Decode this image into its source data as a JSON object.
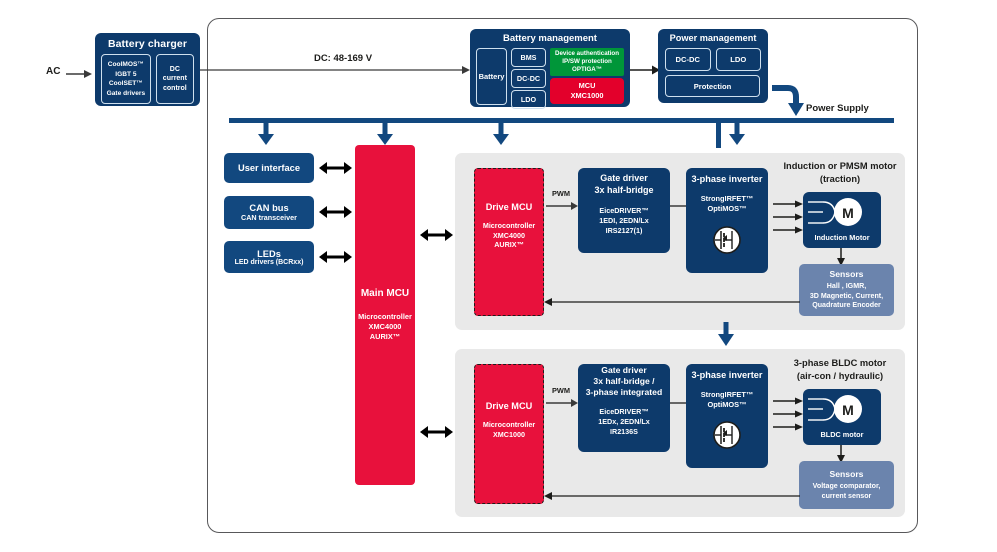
{
  "diagram": {
    "title": "EV traction and auxiliary drive system block diagram",
    "colors": {
      "navy": "#12487f",
      "navy_dark": "#0d3a6b",
      "red": "#e3002b",
      "crimson": "#e8113c",
      "green": "#009639",
      "slate": "#6b84ad",
      "gray_panel": "#e9e9e9",
      "frame": "#58585a"
    }
  },
  "ac_input": {
    "label": "AC"
  },
  "dc_link": {
    "label": "DC: 48-169 V"
  },
  "power_supply_bus": {
    "label": "Power Supply"
  },
  "battery_charger": {
    "title": "Battery charger",
    "blocks": [
      {
        "lines": [
          "CoolMOS™",
          "IGBT 5",
          "CoolSET™",
          "Gate drivers"
        ]
      },
      {
        "lines": [
          "DC",
          "current",
          "control"
        ]
      }
    ]
  },
  "battery_management": {
    "title": "Battery management",
    "battery": "Battery",
    "items": [
      "BMS",
      "DC-DC",
      "LDO"
    ],
    "optiga": [
      "Device authentication",
      "IP/SW protection",
      "OPTIGA™"
    ],
    "mcu": [
      "MCU",
      "XMC1000"
    ]
  },
  "power_management": {
    "title": "Power management",
    "items": [
      "DC-DC",
      "LDO"
    ],
    "protection": "Protection"
  },
  "peripherals": [
    {
      "title": "User interface",
      "sub": ""
    },
    {
      "title": "CAN bus",
      "sub": "CAN transceiver"
    },
    {
      "title": "LEDs",
      "sub": "LED drivers (BCRxx)"
    }
  ],
  "main_mcu": {
    "title": "Main MCU",
    "lines": [
      "Microcontroller",
      "XMC4000",
      "AURIX™"
    ]
  },
  "sections": [
    {
      "id": "traction",
      "drive_mcu": {
        "title": "Drive MCU",
        "lines": [
          "Microcontroller",
          "XMC4000",
          "AURIX™"
        ]
      },
      "pwm_label": "PWM",
      "gate_driver": {
        "title_lines": [
          "Gate driver",
          "3x half-bridge"
        ],
        "lines": [
          "EiceDRIVER™",
          "1EDI, 2EDN/Lx",
          "IRS2127(1)"
        ]
      },
      "inverter": {
        "title": "3-phase inverter",
        "lines": [
          "StrongIRFET™",
          "OptiMOS™"
        ]
      },
      "motor_heading": [
        "Induction or PMSM motor",
        "(traction)"
      ],
      "motor": {
        "symbol": "M",
        "caption": "Induction Motor"
      },
      "sensors": {
        "title": "Sensors",
        "lines": [
          "Hall , IGMR,",
          "3D Magnetic, Current,",
          "Quadrature Encoder"
        ]
      }
    },
    {
      "id": "auxiliary",
      "drive_mcu": {
        "title": "Drive MCU",
        "lines": [
          "Microcontroller",
          "XMC1000"
        ]
      },
      "pwm_label": "PWM",
      "gate_driver": {
        "title_lines": [
          "Gate driver",
          "3x half-bridge /",
          "3-phase integrated"
        ],
        "lines": [
          "EiceDRIVER™",
          "1EDx, 2EDN/Lx",
          "IR2136S"
        ]
      },
      "inverter": {
        "title": "3-phase inverter",
        "lines": [
          "StrongIRFET™",
          "OptiMOS™"
        ]
      },
      "motor_heading": [
        "3-phase BLDC motor",
        "(air-con / hydraulic)"
      ],
      "motor": {
        "symbol": "M",
        "caption": "BLDC motor"
      },
      "sensors": {
        "title": "Sensors",
        "lines": [
          "Voltage comparator,",
          "current sensor"
        ]
      }
    }
  ]
}
